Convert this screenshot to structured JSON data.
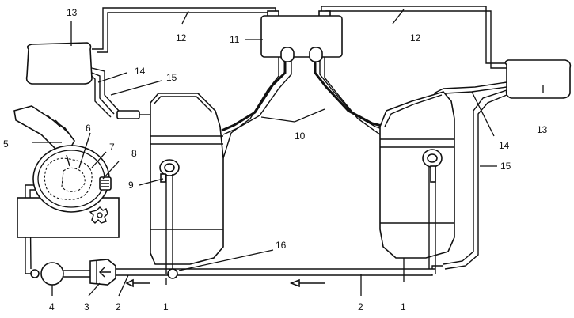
{
  "labels": {
    "l1a": "1",
    "l1b": "1",
    "l2a": "2",
    "l2b": "2",
    "l3": "3",
    "l4": "4",
    "l5": "5",
    "l6": "6",
    "l7": "7",
    "l8": "8",
    "l9": "9",
    "l10": "10",
    "l11": "11",
    "l12a": "12",
    "l12b": "12",
    "l13a": "13",
    "l13b": "13",
    "l14a": "14",
    "l14b": "14",
    "l15a": "15",
    "l15b": "15",
    "l16": "16"
  }
}
